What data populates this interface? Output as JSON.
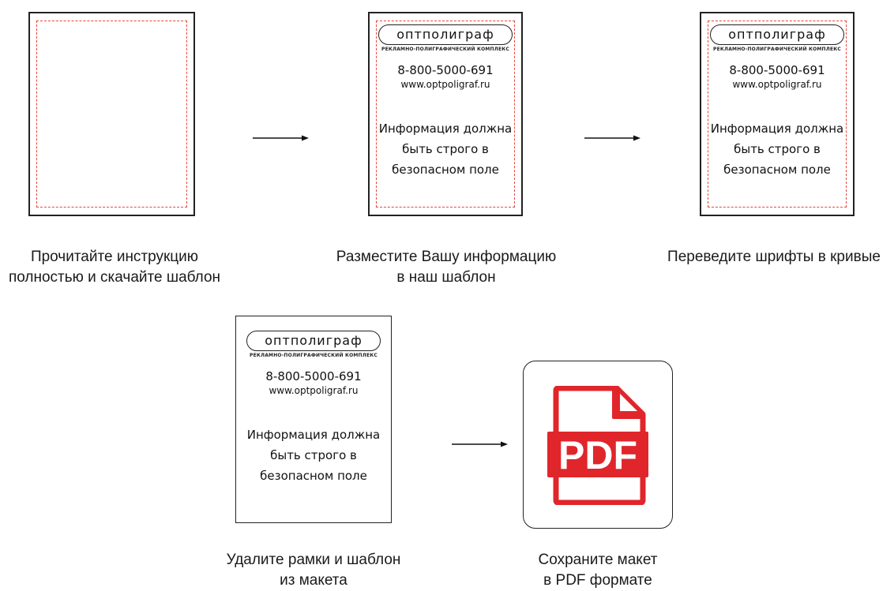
{
  "template_sheet": {
    "logo_text": "оптполиграф",
    "logo_subtitle": "РЕКЛАМНО-ПОЛИГРАФИЧЕСКИЙ КОМПЛЕКС",
    "phone": "8-800-5000-691",
    "website": "www.optpoligraf.ru",
    "info_text": "Информация должна быть строго в безопасном поле"
  },
  "steps": [
    {
      "caption_line1": "Прочитайте инструкцию",
      "caption_line2": "полностью и скачайте шаблон"
    },
    {
      "caption_line1": "Разместите Вашу информацию",
      "caption_line2": "в наш шаблон"
    },
    {
      "caption_line1": "Переведите шрифты в кривые",
      "caption_line2": ""
    },
    {
      "caption_line1": "Удалите рамки и шаблон",
      "caption_line2": "из макета"
    },
    {
      "caption_line1": "Сохраните макет",
      "caption_line2": "в PDF формате"
    }
  ],
  "pdf_icon": {
    "icon": "pdf-file-icon",
    "label": "PDF",
    "color": "#e0262b"
  },
  "colors": {
    "safe_zone_border": "#e8453c",
    "sheet_border": "#222222"
  }
}
